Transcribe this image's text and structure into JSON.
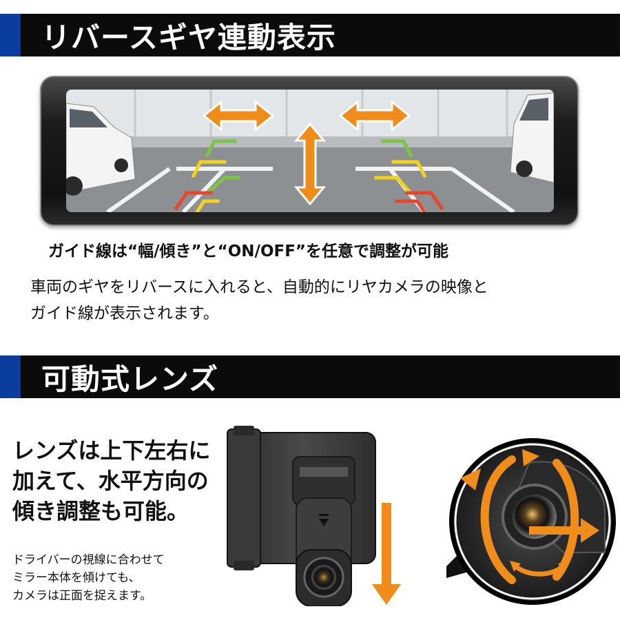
{
  "sections": {
    "reverse": {
      "title": "リバースギヤ連動表示",
      "caption": "ガイド線は“幅/傾き”と“ON/OFF”を任意で調整が可能",
      "description_lines": [
        "車両のギヤをリバースに入れると、自動的にリヤカメラの映像と",
        "ガイド線が表示されます。"
      ]
    },
    "lens": {
      "title": "可動式レンズ",
      "main_lines": [
        "レンズは上下左右に",
        "加えて、水平方向の",
        "傾き調整も可能。"
      ],
      "sub_lines": [
        "ドライバーの視線に合わせて",
        "ミラー本体を傾けても、",
        "カメラは正面を捉えます。"
      ]
    }
  },
  "colors": {
    "header_bg": "#0b0b0b",
    "header_accent": "#0a3d9e",
    "arrow_orange": "#f08c1a",
    "guide_green": "#7cc443",
    "guide_yellow": "#f3d21b",
    "guide_red": "#e8452a"
  },
  "icons": [
    "horizontal-arrow-icon",
    "vertical-arrow-icon",
    "down-arrow-icon",
    "rotation-arrow-icon"
  ]
}
